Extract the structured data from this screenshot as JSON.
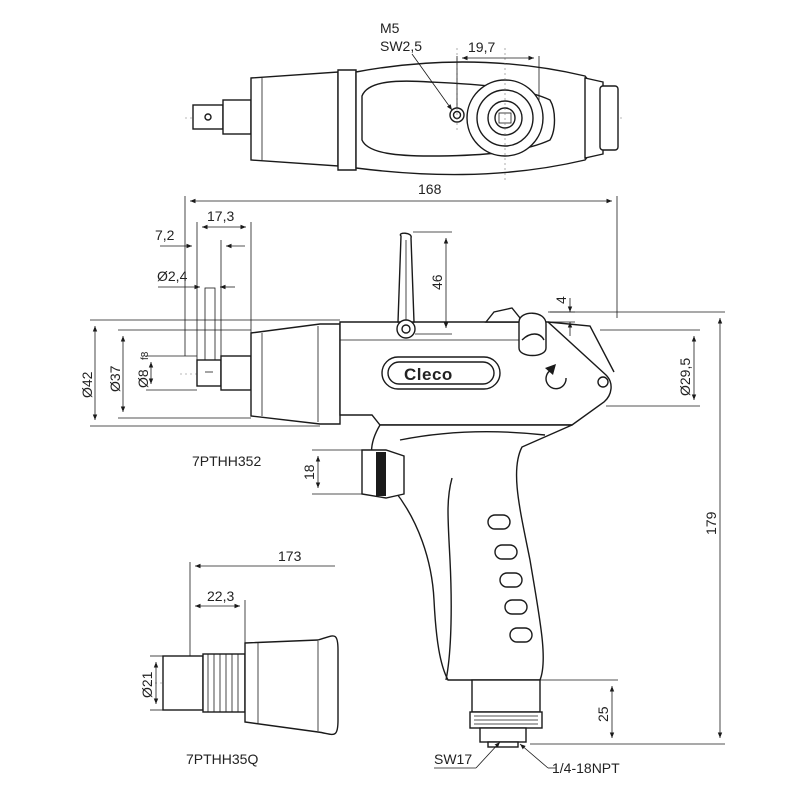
{
  "dimensions": {
    "top_thread": "M5",
    "top_hex": "SW2,5",
    "top_width": "19,7",
    "overall_length": "168",
    "offset_17": "17,3",
    "offset_7": "7,2",
    "pin_dia": "Ø2,4",
    "dia_42": "Ø42",
    "dia_37": "Ø37",
    "dia_8": "Ø8",
    "dia_8_tol": "f8",
    "lever_height": "46",
    "top_gap": "4",
    "dia_29": "Ø29,5",
    "trigger_height": "18",
    "overall_height": "179",
    "alt_length": "173",
    "alt_offset": "22,3",
    "alt_dia": "Ø21",
    "inlet_height": "25",
    "inlet_hex": "SW17",
    "inlet_thread": "1/4-18NPT"
  },
  "labels": {
    "model_main": "7PTHH352",
    "model_alt": "7PTHH35Q",
    "brand": "Cleco"
  }
}
